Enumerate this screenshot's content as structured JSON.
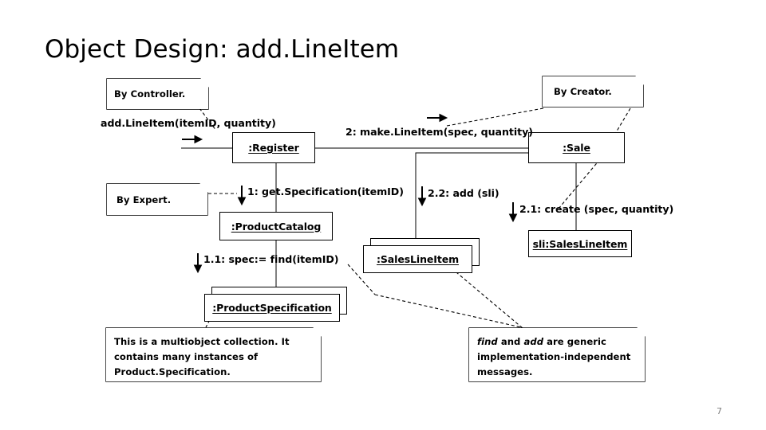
{
  "slide": {
    "title": "Object Design: add.LineItem",
    "page_number": "7",
    "page_number_color": "#808080",
    "background_color": "#ffffff",
    "line_color": "#000000"
  },
  "notes": [
    {
      "id": "by-controller",
      "text": "By Controller."
    },
    {
      "id": "by-creator",
      "text": "By Creator."
    },
    {
      "id": "by-expert",
      "text": "By Expert."
    },
    {
      "id": "multiobject",
      "text": "This is a multiobject collection. It contains many instances of Product.Specification."
    },
    {
      "id": "generic-msgs",
      "text_parts": [
        {
          "text": "find",
          "style": "italic"
        },
        {
          "text": " and ",
          "style": "normal"
        },
        {
          "text": "add",
          "style": "italic"
        },
        {
          "text": " are generic implementation-independent messages.",
          "style": "normal"
        }
      ],
      "text": "find and add are generic implementation-independent messages."
    }
  ],
  "objects": [
    {
      "id": "register",
      "label": ":Register",
      "multiobject": false
    },
    {
      "id": "sale",
      "label": ":Sale",
      "multiobject": false
    },
    {
      "id": "product-catalog",
      "label": ":ProductCatalog",
      "multiobject": false
    },
    {
      "id": "sales-line-item-multi",
      "label": ":SalesLineItem",
      "multiobject": true
    },
    {
      "id": "sli-sales-line-item",
      "label": "sli:SalesLineItem",
      "multiobject": false
    },
    {
      "id": "product-spec-multi",
      "label": ":ProductSpecification",
      "multiobject": true
    }
  ],
  "messages": [
    {
      "id": "m0",
      "label": "add.LineItem(itemID, quantity)",
      "direction": "right"
    },
    {
      "id": "m1",
      "label": "1: get.Specification(itemID)",
      "direction": "down"
    },
    {
      "id": "m11",
      "label": "1.1: spec:= find(itemID)",
      "direction": "down"
    },
    {
      "id": "m2",
      "label": "2: make.LineItem(spec, quantity)",
      "direction": "right"
    },
    {
      "id": "m21",
      "label": "2.1: create (spec, quantity)",
      "direction": "down"
    },
    {
      "id": "m22",
      "label": "2.2: add (sli)",
      "direction": "down"
    }
  ]
}
